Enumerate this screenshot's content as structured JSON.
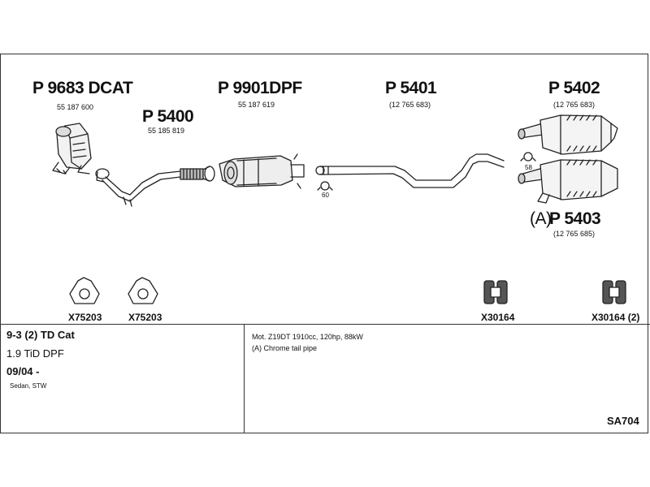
{
  "parts": {
    "p9683": {
      "number": "P 9683 DCAT",
      "ref": "55 187 600"
    },
    "p5400": {
      "number": "P 5400",
      "ref": "55 185 819"
    },
    "p9901": {
      "number": "P 9901DPF",
      "ref": "55 187 619"
    },
    "p5401": {
      "number": "P 5401",
      "ref": "(12 765 683)"
    },
    "p5402": {
      "number": "P 5402",
      "ref": "(12 765 683)"
    },
    "p5403": {
      "prefix": "(A)",
      "number": "P 5403",
      "ref": "(12 765 685)"
    }
  },
  "clamps": {
    "clamp_58": "58",
    "clamp_60": "60"
  },
  "gaskets": {
    "left": "X75203",
    "right": "X75203"
  },
  "mounts": {
    "left": "X30164",
    "right": "X30164 (2)"
  },
  "vehicle": {
    "model": "9-3 (2) TD Cat",
    "engine": "1.9 TiD DPF",
    "date": "09/04 -",
    "body": "Sedan, STW"
  },
  "notes": {
    "motor": "Mot. Z19DT 1910cc, 120hp, 88kW",
    "chrome": "(A) Chrome tail pipe"
  },
  "diagram_code": "SA704"
}
